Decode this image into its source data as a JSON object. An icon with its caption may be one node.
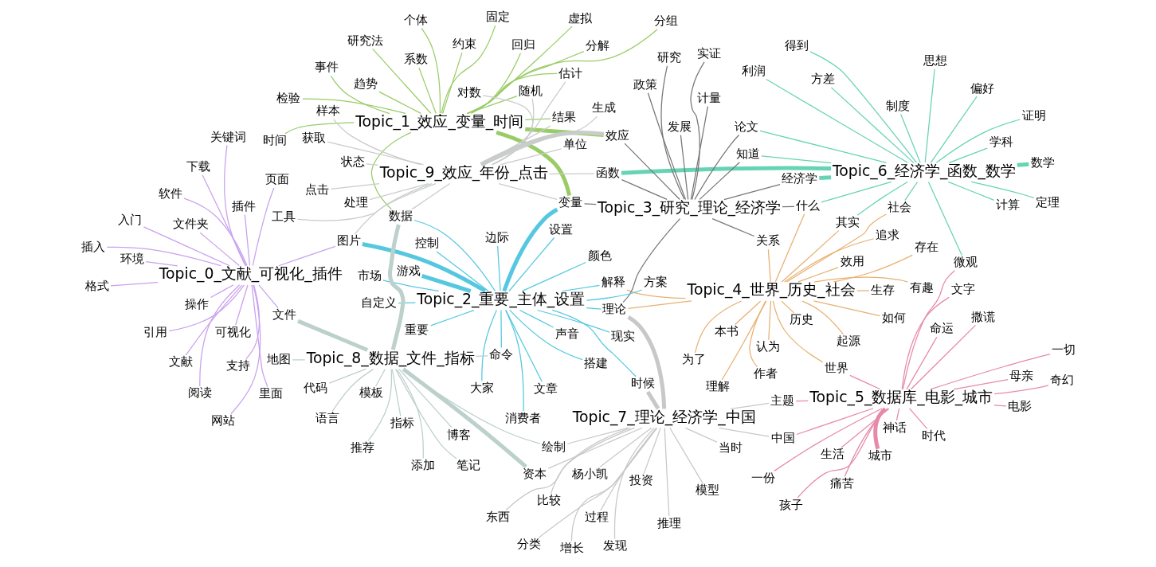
{
  "diagram": {
    "nodes": [
      {
        "text": [
          "Topic_6_经济学_函数_数学"
        ]
      },
      {
        "text": [
          "Topic_1_效应_变量_时间"
        ]
      },
      {
        "text": [
          "Topic_4_世界_历史_社会"
        ]
      },
      {
        "text": [
          "Topic_9_效应_年份_点击"
        ]
      },
      {
        "text": [
          "Topic_3_研究_理论_经济学"
        ]
      },
      {
        "text": [
          "Topic_2_重要_主体_设置"
        ]
      },
      {
        "text": [
          "Topic_7_理论_经济学_中国"
        ]
      },
      {
        "text": [
          "Topic_8_数据_文件_指标"
        ]
      },
      {
        "text": [
          "Topic_5_数据库_电影_城市"
        ]
      },
      {
        "text": [
          "Topic_0_文献_可视化_插件"
        ]
      },
      {
        "text": [
          "计算"
        ]
      },
      {
        "text": [
          "学科"
        ]
      },
      {
        "text": [
          "思想"
        ]
      },
      {
        "text": [
          "方差"
        ]
      },
      {
        "text": [
          "利润"
        ]
      },
      {
        "text": [
          "定理"
        ]
      },
      {
        "text": [
          "证明"
        ]
      },
      {
        "text": [
          "得到"
        ]
      },
      {
        "text": [
          "制度"
        ]
      },
      {
        "text": [
          "偏好"
        ]
      },
      {
        "text": [
          "数学"
        ]
      },
      {
        "text": [
          "检验"
        ]
      },
      {
        "text": [
          "约束"
        ]
      },
      {
        "text": [
          "固定"
        ]
      },
      {
        "text": [
          "研究法"
        ]
      },
      {
        "text": [
          "分解"
        ]
      },
      {
        "text": [
          "虚拟"
        ]
      },
      {
        "text": [
          "趋势"
        ]
      },
      {
        "text": [
          "系数"
        ]
      },
      {
        "text": [
          "分组"
        ]
      },
      {
        "text": [
          "个体"
        ]
      },
      {
        "text": [
          "回归"
        ]
      },
      {
        "text": [
          "时间"
        ]
      },
      {
        "text": [
          "事件"
        ]
      },
      {
        "text": [
          "有趣"
        ]
      },
      {
        "text": [
          "其实"
        ]
      },
      {
        "text": [
          "本书"
        ]
      },
      {
        "text": [
          "存在"
        ]
      },
      {
        "text": [
          "历史"
        ]
      },
      {
        "text": [
          "社会"
        ]
      },
      {
        "text": [
          "追求"
        ]
      },
      {
        "text": [
          "效用"
        ]
      },
      {
        "text": [
          "生存"
        ]
      },
      {
        "text": [
          "如何"
        ]
      },
      {
        "text": [
          "认为"
        ]
      },
      {
        "text": [
          "为了"
        ]
      },
      {
        "text": [
          "作者"
        ]
      },
      {
        "text": [
          "理解"
        ]
      },
      {
        "text": [
          "起源"
        ]
      },
      {
        "text": [
          "什么"
        ]
      },
      {
        "text": [
          "函数"
        ]
      },
      {
        "text": [
          "估计"
        ]
      },
      {
        "text": [
          "结果"
        ]
      },
      {
        "text": [
          "效应"
        ]
      },
      {
        "text": [
          "随机"
        ]
      },
      {
        "text": [
          "处理"
        ]
      },
      {
        "text": [
          "工具"
        ]
      },
      {
        "text": [
          "样本"
        ]
      },
      {
        "text": [
          "单位"
        ]
      },
      {
        "text": [
          "获取"
        ]
      },
      {
        "text": [
          "状态"
        ]
      },
      {
        "text": [
          "对数"
        ]
      },
      {
        "text": [
          "点击"
        ]
      },
      {
        "text": [
          "生成"
        ]
      },
      {
        "text": [
          "计量"
        ]
      },
      {
        "text": [
          "经济学"
        ]
      },
      {
        "text": [
          "知道"
        ]
      },
      {
        "text": [
          "论文"
        ]
      },
      {
        "text": [
          "发展"
        ]
      },
      {
        "text": [
          "变量"
        ]
      },
      {
        "text": [
          "关系"
        ]
      },
      {
        "text": [
          "研究"
        ]
      },
      {
        "text": [
          "理论"
        ]
      },
      {
        "text": [
          "解释"
        ]
      },
      {
        "text": [
          "政策"
        ]
      },
      {
        "text": [
          "搭建"
        ]
      },
      {
        "text": [
          "实证"
        ]
      },
      {
        "text": [
          "大家"
        ]
      },
      {
        "text": [
          "声音"
        ]
      },
      {
        "text": [
          "方案"
        ]
      },
      {
        "text": [
          "市场"
        ]
      },
      {
        "text": [
          "重要"
        ]
      },
      {
        "text": [
          "现实"
        ]
      },
      {
        "text": [
          "文章"
        ]
      },
      {
        "text": [
          "数据"
        ]
      },
      {
        "text": [
          "边际"
        ]
      },
      {
        "text": [
          "颜色"
        ]
      },
      {
        "text": [
          "图片"
        ]
      },
      {
        "text": [
          "控制"
        ]
      },
      {
        "text": [
          "消费者"
        ]
      },
      {
        "text": [
          "设置"
        ]
      },
      {
        "text": [
          "自定义"
        ]
      },
      {
        "text": [
          "时候"
        ]
      },
      {
        "text": [
          "命令"
        ]
      },
      {
        "text": [
          "游戏"
        ]
      },
      {
        "text": [
          "微观"
        ]
      },
      {
        "text": [
          "世界"
        ]
      },
      {
        "text": [
          "主题"
        ]
      },
      {
        "text": [
          "比较"
        ]
      },
      {
        "text": [
          "分类"
        ]
      },
      {
        "text": [
          "模型"
        ]
      },
      {
        "text": [
          "资本"
        ]
      },
      {
        "text": [
          "中国"
        ]
      },
      {
        "text": [
          "东西"
        ]
      },
      {
        "text": [
          "杨小凯"
        ]
      },
      {
        "text": [
          "推理"
        ]
      },
      {
        "text": [
          "发现"
        ]
      },
      {
        "text": [
          "过程"
        ]
      },
      {
        "text": [
          "当时"
        ]
      },
      {
        "text": [
          "投资"
        ]
      },
      {
        "text": [
          "增长"
        ]
      },
      {
        "text": [
          "绘制"
        ]
      },
      {
        "text": [
          "文件"
        ]
      },
      {
        "text": [
          "指标"
        ]
      },
      {
        "text": [
          "语言"
        ]
      },
      {
        "text": [
          "地图"
        ]
      },
      {
        "text": [
          "代码"
        ]
      },
      {
        "text": [
          "博客"
        ]
      },
      {
        "text": [
          "笔记"
        ]
      },
      {
        "text": [
          "模板"
        ]
      },
      {
        "text": [
          "推荐"
        ]
      },
      {
        "text": [
          "添加"
        ]
      },
      {
        "text": [
          "网站"
        ]
      },
      {
        "text": [
          "电影"
        ]
      },
      {
        "text": [
          "时代"
        ]
      },
      {
        "text": [
          "一份"
        ]
      },
      {
        "text": [
          "母亲"
        ]
      },
      {
        "text": [
          "孩子"
        ]
      },
      {
        "text": [
          "一切"
        ]
      },
      {
        "text": [
          "神话"
        ]
      },
      {
        "text": [
          "撒谎"
        ]
      },
      {
        "text": [
          "命运"
        ]
      },
      {
        "text": [
          "痛苦"
        ]
      },
      {
        "text": [
          "奇幻"
        ]
      },
      {
        "text": [
          "文字"
        ]
      },
      {
        "text": [
          "生活"
        ]
      },
      {
        "text": [
          "城市"
        ]
      },
      {
        "text": [
          "里面"
        ]
      },
      {
        "text": [
          "入门"
        ]
      },
      {
        "text": [
          "可视化"
        ]
      },
      {
        "text": [
          "插件"
        ]
      },
      {
        "text": [
          "文献"
        ]
      },
      {
        "text": [
          "页面"
        ]
      },
      {
        "text": [
          "格式"
        ]
      },
      {
        "text": [
          "插入"
        ]
      },
      {
        "text": [
          "软件"
        ]
      },
      {
        "text": [
          "下载"
        ]
      },
      {
        "text": [
          "文件夹"
        ]
      },
      {
        "text": [
          "关键词"
        ]
      },
      {
        "text": [
          "环境"
        ]
      },
      {
        "text": [
          "支持"
        ]
      },
      {
        "text": [
          "阅读"
        ]
      },
      {
        "text": [
          "操作"
        ]
      },
      {
        "text": [
          "引用"
        ]
      }
    ],
    "edges": [
      {
        "from": 0,
        "to": 10,
        "arrow": "none",
        "color": "#66d4b4"
      },
      {
        "from": 0,
        "to": 11,
        "arrow": "none",
        "color": "#66d4b4"
      },
      {
        "from": 0,
        "to": 12,
        "arrow": "none",
        "color": "#66d4b4"
      },
      {
        "from": 0,
        "to": 13,
        "arrow": "none",
        "color": "#66d4b4"
      },
      {
        "from": 0,
        "to": 14,
        "arrow": "none",
        "color": "#66d4b4"
      },
      {
        "from": 0,
        "to": 15,
        "arrow": "none",
        "color": "#66d4b4"
      },
      {
        "from": 0,
        "to": 16,
        "arrow": "none",
        "color": "#66d4b4"
      },
      {
        "from": 0,
        "to": 17,
        "arrow": "none",
        "color": "#66d4b4"
      },
      {
        "from": 0,
        "to": 18,
        "arrow": "none",
        "color": "#66d4b4"
      },
      {
        "from": 0,
        "to": 19,
        "arrow": "none",
        "color": "#66d4b4"
      },
      {
        "from": 0,
        "to": 20,
        "arrow": "none",
        "style": "thick",
        "color": "#66d4b4"
      },
      {
        "from": 0,
        "to": 35,
        "arrow": "none",
        "color": "#66d4b4"
      },
      {
        "from": 0,
        "to": 39,
        "arrow": "none",
        "color": "#66d4b4"
      },
      {
        "from": 0,
        "to": 50,
        "arrow": "none",
        "style": "thick",
        "color": "#66d4b4"
      },
      {
        "from": 0,
        "to": 49,
        "arrow": "none",
        "color": "#66d4b4"
      },
      {
        "from": 0,
        "to": 95,
        "arrow": "none",
        "color": "#66d4b4"
      },
      {
        "from": 0,
        "to": 66,
        "arrow": "none",
        "color": "#66d4b4"
      },
      {
        "from": 0,
        "to": 65,
        "arrow": "none",
        "style": "thick",
        "color": "#66d4b4"
      },
      {
        "from": 0,
        "to": 67,
        "arrow": "none",
        "color": "#66d4b4"
      },
      {
        "from": 1,
        "to": 21,
        "arrow": "none",
        "color": "#99cc66"
      },
      {
        "from": 1,
        "to": 22,
        "arrow": "none",
        "color": "#99cc66"
      },
      {
        "from": 1,
        "to": 23,
        "arrow": "none",
        "color": "#99cc66"
      },
      {
        "from": 1,
        "to": 24,
        "arrow": "none",
        "color": "#99cc66"
      },
      {
        "from": 1,
        "to": 25,
        "arrow": "none",
        "color": "#99cc66"
      },
      {
        "from": 1,
        "to": 26,
        "arrow": "none",
        "color": "#99cc66"
      },
      {
        "from": 1,
        "to": 27,
        "arrow": "none",
        "color": "#99cc66"
      },
      {
        "from": 1,
        "to": 28,
        "arrow": "none",
        "color": "#99cc66"
      },
      {
        "from": 1,
        "to": 29,
        "arrow": "none",
        "color": "#99cc66"
      },
      {
        "from": 1,
        "to": 30,
        "arrow": "none",
        "color": "#99cc66"
      },
      {
        "from": 1,
        "to": 31,
        "arrow": "none",
        "color": "#99cc66"
      },
      {
        "from": 1,
        "to": 32,
        "arrow": "none",
        "color": "#99cc66"
      },
      {
        "from": 1,
        "to": 33,
        "arrow": "none",
        "color": "#99cc66"
      },
      {
        "from": 1,
        "to": 53,
        "arrow": "none",
        "style": "thick",
        "color": "#99cc66"
      },
      {
        "from": 1,
        "to": 54,
        "arrow": "none",
        "color": "#99cc66"
      },
      {
        "from": 1,
        "to": 69,
        "arrow": "none",
        "style": "thick",
        "color": "#99cc66"
      },
      {
        "from": 1,
        "to": 52,
        "arrow": "none",
        "color": "#99cc66"
      },
      {
        "from": 1,
        "to": 51,
        "arrow": "none",
        "color": "#99cc66"
      },
      {
        "from": 1,
        "to": 84,
        "arrow": "none",
        "color": "#99cc66"
      },
      {
        "from": 2,
        "to": 34,
        "arrow": "none",
        "color": "#e8b070"
      },
      {
        "from": 2,
        "to": 35,
        "arrow": "none",
        "color": "#e8b070"
      },
      {
        "from": 2,
        "to": 36,
        "arrow": "none",
        "color": "#e8b070"
      },
      {
        "from": 2,
        "to": 37,
        "arrow": "none",
        "color": "#e8b070"
      },
      {
        "from": 2,
        "to": 38,
        "arrow": "none",
        "color": "#e8b070"
      },
      {
        "from": 2,
        "to": 39,
        "arrow": "none",
        "color": "#e8b070"
      },
      {
        "from": 2,
        "to": 40,
        "arrow": "none",
        "color": "#e8b070"
      },
      {
        "from": 2,
        "to": 41,
        "arrow": "none",
        "color": "#e8b070"
      },
      {
        "from": 2,
        "to": 42,
        "arrow": "none",
        "color": "#e8b070"
      },
      {
        "from": 2,
        "to": 43,
        "arrow": "none",
        "color": "#e8b070"
      },
      {
        "from": 2,
        "to": 44,
        "arrow": "none",
        "color": "#e8b070"
      },
      {
        "from": 2,
        "to": 45,
        "arrow": "none",
        "color": "#e8b070"
      },
      {
        "from": 2,
        "to": 46,
        "arrow": "none",
        "color": "#e8b070"
      },
      {
        "from": 2,
        "to": 47,
        "arrow": "none",
        "color": "#e8b070"
      },
      {
        "from": 2,
        "to": 48,
        "arrow": "none",
        "color": "#e8b070"
      },
      {
        "from": 2,
        "to": 49,
        "arrow": "none",
        "color": "#e8b070"
      },
      {
        "from": 2,
        "to": 70,
        "arrow": "none",
        "color": "#e8b070"
      },
      {
        "from": 2,
        "to": 73,
        "arrow": "none",
        "color": "#e8b070"
      },
      {
        "from": 2,
        "to": 72,
        "arrow": "none",
        "color": "#e8b070"
      },
      {
        "from": 2,
        "to": 96,
        "arrow": "none",
        "color": "#e8b070"
      },
      {
        "from": 3,
        "to": 51,
        "arrow": "none",
        "color": "#c8ccca"
      },
      {
        "from": 3,
        "to": 52,
        "arrow": "none",
        "color": "#c8ccca"
      },
      {
        "from": 3,
        "to": 53,
        "arrow": "none",
        "style": "thick",
        "color": "#c8ccca"
      },
      {
        "from": 3,
        "to": 54,
        "arrow": "none",
        "color": "#c8ccca"
      },
      {
        "from": 3,
        "to": 55,
        "arrow": "none",
        "color": "#c8ccca"
      },
      {
        "from": 3,
        "to": 56,
        "arrow": "none",
        "color": "#c8ccca"
      },
      {
        "from": 3,
        "to": 57,
        "arrow": "none",
        "color": "#c8ccca"
      },
      {
        "from": 3,
        "to": 58,
        "arrow": "none",
        "color": "#c8ccca"
      },
      {
        "from": 3,
        "to": 59,
        "arrow": "none",
        "color": "#c8ccca"
      },
      {
        "from": 3,
        "to": 60,
        "arrow": "none",
        "color": "#c8ccca"
      },
      {
        "from": 3,
        "to": 61,
        "arrow": "none",
        "color": "#c8ccca"
      },
      {
        "from": 3,
        "to": 62,
        "arrow": "none",
        "color": "#c8ccca"
      },
      {
        "from": 3,
        "to": 63,
        "arrow": "none",
        "color": "#c8ccca"
      },
      {
        "from": 3,
        "to": 50,
        "arrow": "none",
        "color": "#c8ccca"
      },
      {
        "from": 3,
        "to": 84,
        "arrow": "none",
        "color": "#c8ccca"
      },
      {
        "from": 3,
        "to": 69,
        "arrow": "none",
        "color": "#c8ccca"
      },
      {
        "from": 3,
        "to": 87,
        "arrow": "none",
        "color": "#c8ccca"
      },
      {
        "from": 4,
        "to": 64,
        "arrow": "none",
        "color": "#777777"
      },
      {
        "from": 4,
        "to": 65,
        "arrow": "none",
        "color": "#777777"
      },
      {
        "from": 4,
        "to": 66,
        "arrow": "none",
        "color": "#777777"
      },
      {
        "from": 4,
        "to": 67,
        "arrow": "none",
        "color": "#777777"
      },
      {
        "from": 4,
        "to": 68,
        "arrow": "none",
        "color": "#777777"
      },
      {
        "from": 4,
        "to": 71,
        "arrow": "none",
        "color": "#777777"
      },
      {
        "from": 4,
        "to": 72,
        "arrow": "none",
        "color": "#777777"
      },
      {
        "from": 4,
        "to": 74,
        "arrow": "none",
        "color": "#777777"
      },
      {
        "from": 4,
        "to": 76,
        "arrow": "none",
        "color": "#777777"
      },
      {
        "from": 4,
        "to": 70,
        "arrow": "none",
        "color": "#777777"
      },
      {
        "from": 4,
        "to": 50,
        "arrow": "none",
        "color": "#777777"
      },
      {
        "from": 4,
        "to": 53,
        "arrow": "none",
        "color": "#777777"
      },
      {
        "from": 4,
        "to": 69,
        "arrow": "none",
        "color": "#777777"
      },
      {
        "from": 4,
        "to": 49,
        "arrow": "none",
        "color": "#777777"
      },
      {
        "from": 5,
        "to": 75,
        "arrow": "none",
        "color": "#55c8e0"
      },
      {
        "from": 5,
        "to": 77,
        "arrow": "none",
        "color": "#55c8e0"
      },
      {
        "from": 5,
        "to": 78,
        "arrow": "none",
        "color": "#55c8e0"
      },
      {
        "from": 5,
        "to": 79,
        "arrow": "none",
        "color": "#55c8e0"
      },
      {
        "from": 5,
        "to": 80,
        "arrow": "none",
        "color": "#55c8e0"
      },
      {
        "from": 5,
        "to": 81,
        "arrow": "none",
        "color": "#55c8e0"
      },
      {
        "from": 5,
        "to": 82,
        "arrow": "none",
        "color": "#55c8e0"
      },
      {
        "from": 5,
        "to": 83,
        "arrow": "none",
        "color": "#55c8e0"
      },
      {
        "from": 5,
        "to": 84,
        "arrow": "none",
        "color": "#55c8e0"
      },
      {
        "from": 5,
        "to": 85,
        "arrow": "none",
        "color": "#55c8e0"
      },
      {
        "from": 5,
        "to": 86,
        "arrow": "none",
        "color": "#55c8e0"
      },
      {
        "from": 5,
        "to": 87,
        "arrow": "none",
        "style": "thick",
        "color": "#55c8e0"
      },
      {
        "from": 5,
        "to": 88,
        "arrow": "none",
        "color": "#55c8e0"
      },
      {
        "from": 5,
        "to": 89,
        "arrow": "none",
        "color": "#55c8e0"
      },
      {
        "from": 5,
        "to": 90,
        "arrow": "none",
        "color": "#55c8e0"
      },
      {
        "from": 5,
        "to": 91,
        "arrow": "none",
        "color": "#55c8e0"
      },
      {
        "from": 5,
        "to": 92,
        "arrow": "none",
        "color": "#55c8e0"
      },
      {
        "from": 5,
        "to": 93,
        "arrow": "none",
        "color": "#55c8e0"
      },
      {
        "from": 5,
        "to": 94,
        "arrow": "none",
        "style": "thick",
        "color": "#55c8e0"
      },
      {
        "from": 5,
        "to": 69,
        "arrow": "none",
        "style": "thick",
        "color": "#55c8e0"
      },
      {
        "from": 5,
        "to": 72,
        "arrow": "none",
        "color": "#55c8e0"
      },
      {
        "from": 5,
        "to": 73,
        "arrow": "none",
        "color": "#55c8e0"
      },
      {
        "from": 6,
        "to": 97,
        "arrow": "none",
        "color": "#c8c8c8"
      },
      {
        "from": 6,
        "to": 98,
        "arrow": "none",
        "color": "#c8c8c8"
      },
      {
        "from": 6,
        "to": 99,
        "arrow": "none",
        "color": "#c8c8c8"
      },
      {
        "from": 6,
        "to": 100,
        "arrow": "none",
        "color": "#c8c8c8"
      },
      {
        "from": 6,
        "to": 101,
        "arrow": "none",
        "color": "#c8c8c8"
      },
      {
        "from": 6,
        "to": 102,
        "arrow": "none",
        "color": "#c8c8c8"
      },
      {
        "from": 6,
        "to": 103,
        "arrow": "none",
        "color": "#c8c8c8"
      },
      {
        "from": 6,
        "to": 104,
        "arrow": "none",
        "color": "#c8c8c8"
      },
      {
        "from": 6,
        "to": 105,
        "arrow": "none",
        "color": "#c8c8c8"
      },
      {
        "from": 6,
        "to": 106,
        "arrow": "none",
        "color": "#c8c8c8"
      },
      {
        "from": 6,
        "to": 107,
        "arrow": "none",
        "color": "#c8c8c8"
      },
      {
        "from": 6,
        "to": 108,
        "arrow": "none",
        "color": "#c8c8c8"
      },
      {
        "from": 6,
        "to": 109,
        "arrow": "none",
        "color": "#c8c8c8"
      },
      {
        "from": 6,
        "to": 110,
        "arrow": "none",
        "color": "#c8c8c8"
      },
      {
        "from": 6,
        "to": 111,
        "arrow": "none",
        "color": "#c8c8c8"
      },
      {
        "from": 6,
        "to": 92,
        "arrow": "none",
        "style": "thick",
        "color": "#c8c8c8"
      },
      {
        "from": 6,
        "to": 72,
        "arrow": "none",
        "style": "thick",
        "color": "#c8c8c8"
      },
      {
        "from": 7,
        "to": 112,
        "arrow": "none",
        "style": "thick",
        "color": "#bcd0cc"
      },
      {
        "from": 7,
        "to": 113,
        "arrow": "none",
        "color": "#bcd0cc"
      },
      {
        "from": 7,
        "to": 114,
        "arrow": "none",
        "color": "#bcd0cc"
      },
      {
        "from": 7,
        "to": 115,
        "arrow": "none",
        "color": "#bcd0cc"
      },
      {
        "from": 7,
        "to": 116,
        "arrow": "none",
        "color": "#bcd0cc"
      },
      {
        "from": 7,
        "to": 117,
        "arrow": "none",
        "color": "#bcd0cc"
      },
      {
        "from": 7,
        "to": 118,
        "arrow": "none",
        "color": "#bcd0cc"
      },
      {
        "from": 7,
        "to": 119,
        "arrow": "none",
        "color": "#bcd0cc"
      },
      {
        "from": 7,
        "to": 120,
        "arrow": "none",
        "color": "#bcd0cc"
      },
      {
        "from": 7,
        "to": 121,
        "arrow": "none",
        "color": "#bcd0cc"
      },
      {
        "from": 7,
        "to": 111,
        "arrow": "none",
        "color": "#bcd0cc"
      },
      {
        "from": 7,
        "to": 93,
        "arrow": "none",
        "color": "#bcd0cc"
      },
      {
        "from": 7,
        "to": 84,
        "arrow": "none",
        "style": "thick",
        "color": "#bcd0cc"
      },
      {
        "from": 7,
        "to": 101,
        "arrow": "none",
        "style": "thick",
        "color": "#bcd0cc"
      },
      {
        "from": 8,
        "to": 123,
        "arrow": "none",
        "color": "#e68aa8"
      },
      {
        "from": 8,
        "to": 124,
        "arrow": "none",
        "color": "#e68aa8"
      },
      {
        "from": 8,
        "to": 125,
        "arrow": "none",
        "color": "#e68aa8"
      },
      {
        "from": 8,
        "to": 126,
        "arrow": "none",
        "color": "#e68aa8"
      },
      {
        "from": 8,
        "to": 127,
        "arrow": "none",
        "color": "#e68aa8"
      },
      {
        "from": 8,
        "to": 128,
        "arrow": "none",
        "color": "#e68aa8"
      },
      {
        "from": 8,
        "to": 129,
        "arrow": "none",
        "color": "#e68aa8"
      },
      {
        "from": 8,
        "to": 130,
        "arrow": "none",
        "color": "#e68aa8"
      },
      {
        "from": 8,
        "to": 131,
        "arrow": "none",
        "color": "#e68aa8"
      },
      {
        "from": 8,
        "to": 132,
        "arrow": "none",
        "color": "#e68aa8"
      },
      {
        "from": 8,
        "to": 133,
        "arrow": "none",
        "color": "#e68aa8"
      },
      {
        "from": 8,
        "to": 134,
        "arrow": "none",
        "color": "#e68aa8"
      },
      {
        "from": 8,
        "to": 135,
        "arrow": "none",
        "color": "#e68aa8"
      },
      {
        "from": 8,
        "to": 136,
        "arrow": "none",
        "style": "thick",
        "color": "#e68aa8"
      },
      {
        "from": 8,
        "to": 96,
        "arrow": "none",
        "color": "#e68aa8"
      },
      {
        "from": 8,
        "to": 95,
        "arrow": "none",
        "color": "#e68aa8"
      },
      {
        "from": 8,
        "to": 97,
        "arrow": "none",
        "color": "#e68aa8"
      },
      {
        "from": 8,
        "to": 102,
        "arrow": "none",
        "color": "#e68aa8"
      },
      {
        "from": 9,
        "to": 137,
        "arrow": "none",
        "color": "#c9a0ee"
      },
      {
        "from": 9,
        "to": 138,
        "arrow": "none",
        "color": "#c9a0ee"
      },
      {
        "from": 9,
        "to": 139,
        "arrow": "none",
        "color": "#c9a0ee"
      },
      {
        "from": 9,
        "to": 140,
        "arrow": "none",
        "color": "#c9a0ee"
      },
      {
        "from": 9,
        "to": 141,
        "arrow": "none",
        "color": "#c9a0ee"
      },
      {
        "from": 9,
        "to": 142,
        "arrow": "none",
        "color": "#c9a0ee"
      },
      {
        "from": 9,
        "to": 143,
        "arrow": "none",
        "color": "#c9a0ee"
      },
      {
        "from": 9,
        "to": 144,
        "arrow": "none",
        "color": "#c9a0ee"
      },
      {
        "from": 9,
        "to": 145,
        "arrow": "none",
        "color": "#c9a0ee"
      },
      {
        "from": 9,
        "to": 146,
        "arrow": "none",
        "color": "#c9a0ee"
      },
      {
        "from": 9,
        "to": 147,
        "arrow": "none",
        "color": "#c9a0ee"
      },
      {
        "from": 9,
        "to": 148,
        "arrow": "none",
        "color": "#c9a0ee"
      },
      {
        "from": 9,
        "to": 149,
        "arrow": "none",
        "color": "#c9a0ee"
      },
      {
        "from": 9,
        "to": 150,
        "arrow": "none",
        "color": "#c9a0ee"
      },
      {
        "from": 9,
        "to": 151,
        "arrow": "none",
        "color": "#c9a0ee"
      },
      {
        "from": 9,
        "to": 152,
        "arrow": "none",
        "color": "#c9a0ee"
      },
      {
        "from": 9,
        "to": 153,
        "arrow": "none",
        "color": "#c9a0ee"
      },
      {
        "from": 9,
        "to": 122,
        "arrow": "none",
        "color": "#c9a0ee"
      },
      {
        "from": 9,
        "to": 112,
        "arrow": "none",
        "color": "#c9a0ee"
      },
      {
        "from": 9,
        "to": 87,
        "arrow": "none",
        "color": "#c9a0ee"
      }
    ]
  }
}
